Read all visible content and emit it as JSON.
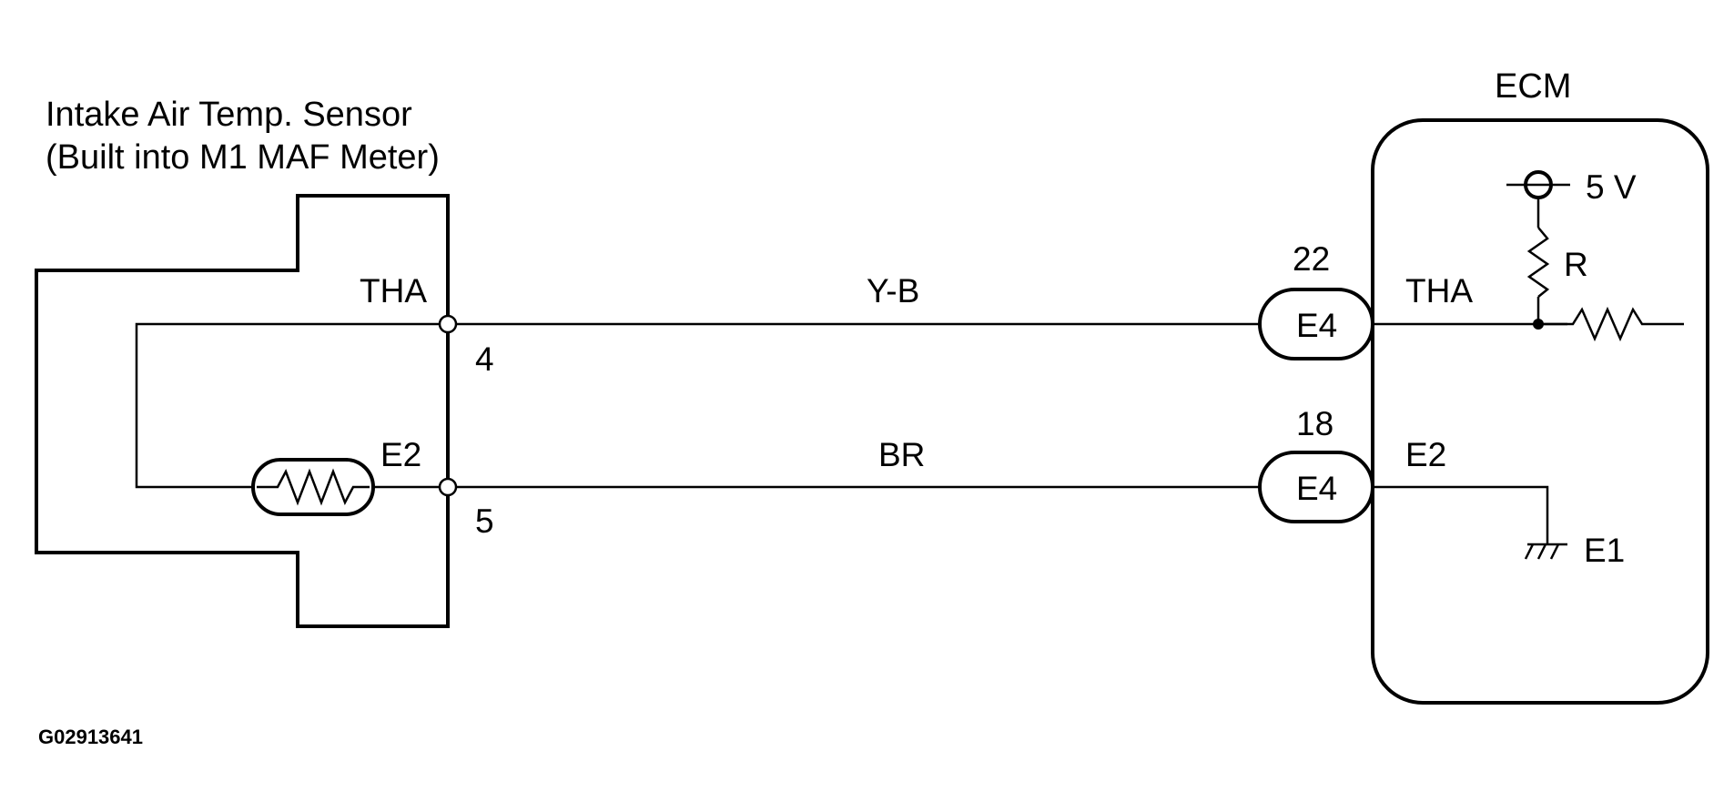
{
  "sensor": {
    "title_line1": "Intake Air Temp. Sensor",
    "title_line2": "(Built into M1 MAF Meter)",
    "pin_tha_label": "THA",
    "pin_e2_label": "E2",
    "pin_tha_number": "4",
    "pin_e2_number": "5"
  },
  "wires": {
    "top_color": "Y-B",
    "bottom_color": "BR"
  },
  "connectors": {
    "top": {
      "pin": "22",
      "name": "E4"
    },
    "bottom": {
      "pin": "18",
      "name": "E4"
    }
  },
  "ecm": {
    "title": "ECM",
    "tha_label": "THA",
    "e2_label": "E2",
    "supply_label": "5 V",
    "resistor_label": "R",
    "ground_label": "E1"
  },
  "figure_id": "G02913641"
}
